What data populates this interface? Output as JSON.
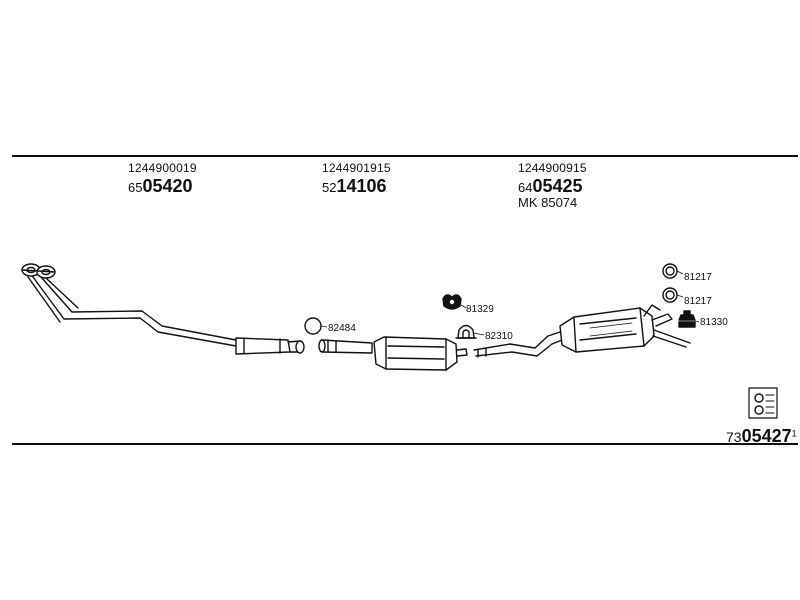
{
  "header_parts": [
    {
      "oem": "1244900019",
      "prefix": "65",
      "number": "05420"
    },
    {
      "oem": "1244901915",
      "prefix": "52",
      "number": "14106"
    },
    {
      "oem": "1244900915",
      "prefix": "64",
      "number": "05425",
      "mk": "MK  85074"
    }
  ],
  "accessories": {
    "a82484": "82484",
    "a81329": "81329",
    "a82310": "82310",
    "a81217_top": "81217",
    "a81217_mid": "81217",
    "a81330": "81330"
  },
  "reference": {
    "prefix": "73",
    "number": "05427",
    "suffix": "1"
  }
}
